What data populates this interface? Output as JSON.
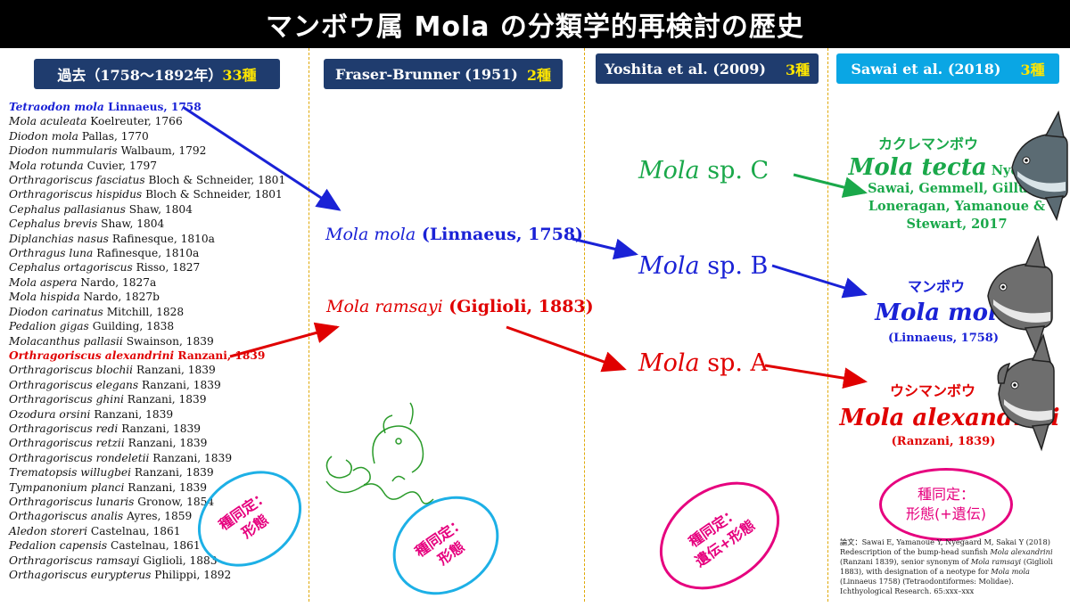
{
  "title": "マンボウ属 Mola の分類学的再検討の歴史",
  "headers": {
    "past": {
      "label": "過去（1758〜1892年）",
      "count": "33種"
    },
    "fraser": {
      "label": "Fraser-Brunner (1951)",
      "count": "2種"
    },
    "yoshita": {
      "label": "Yoshita et al. (2009)",
      "count": "3種"
    },
    "sawai": {
      "label": "Sawai et al. (2018)",
      "count": "3種"
    }
  },
  "synonyms": [
    {
      "genus": "Tetraodon mola",
      "author": "Linnaeus, 1758",
      "style": "blue"
    },
    {
      "genus": "Mola aculeata",
      "author": "Koelreuter, 1766",
      "style": ""
    },
    {
      "genus": "Diodon mola",
      "author": "Pallas, 1770",
      "style": ""
    },
    {
      "genus": "Diodon nummularis",
      "author": "Walbaum, 1792",
      "style": ""
    },
    {
      "genus": "Mola rotunda",
      "author": "Cuvier, 1797",
      "style": ""
    },
    {
      "genus": "Orthragoriscus fasciatus",
      "author": "Bloch & Schneider, 1801",
      "style": ""
    },
    {
      "genus": "Orthragoriscus hispidus",
      "author": "Bloch & Schneider, 1801",
      "style": ""
    },
    {
      "genus": "Cephalus pallasianus",
      "author": "Shaw, 1804",
      "style": ""
    },
    {
      "genus": "Cephalus brevis",
      "author": "Shaw, 1804",
      "style": ""
    },
    {
      "genus": "Diplanchias nasus",
      "author": "Rafinesque, 1810a",
      "style": ""
    },
    {
      "genus": "Orthragus luna",
      "author": "Rafinesque, 1810a",
      "style": ""
    },
    {
      "genus": "Cephalus ortagoriscus",
      "author": "Risso, 1827",
      "style": ""
    },
    {
      "genus": "Mola aspera",
      "author": "Nardo, 1827a",
      "style": ""
    },
    {
      "genus": "Mola hispida",
      "author": "Nardo, 1827b",
      "style": ""
    },
    {
      "genus": "Diodon carinatus",
      "author": "Mitchill, 1828",
      "style": ""
    },
    {
      "genus": "Pedalion gigas",
      "author": "Guilding, 1838",
      "style": ""
    },
    {
      "genus": "Molacanthus pallasii",
      "author": "Swainson, 1839",
      "style": ""
    },
    {
      "genus": "Orthragoriscus alexandrini",
      "author": "Ranzani, 1839",
      "style": "red"
    },
    {
      "genus": "Orthragoriscus blochii",
      "author": "Ranzani, 1839",
      "style": ""
    },
    {
      "genus": "Orthragoriscus elegans",
      "author": "Ranzani, 1839",
      "style": ""
    },
    {
      "genus": "Orthragoriscus ghini",
      "author": "Ranzani, 1839",
      "style": ""
    },
    {
      "genus": "Ozodura orsini",
      "author": "Ranzani, 1839",
      "style": ""
    },
    {
      "genus": "Orthragoriscus redi",
      "author": "Ranzani, 1839",
      "style": ""
    },
    {
      "genus": "Orthragoriscus retzii",
      "author": "Ranzani, 1839",
      "style": ""
    },
    {
      "genus": "Orthragoriscus rondeletii",
      "author": "Ranzani, 1839",
      "style": ""
    },
    {
      "genus": "Trematopsis willugbei",
      "author": "Ranzani, 1839",
      "style": ""
    },
    {
      "genus": "Tympanonium planci",
      "author": "Ranzani, 1839",
      "style": ""
    },
    {
      "genus": "Orthragoriscus lunaris",
      "author": "Gronow, 1854",
      "style": ""
    },
    {
      "genus": "Orthagoriscus analis",
      "author": "Ayres, 1859",
      "style": ""
    },
    {
      "genus": "Aledon storeri",
      "author": "Castelnau, 1861",
      "style": ""
    },
    {
      "genus": "Pedalion capensis",
      "author": "Castelnau, 1861",
      "style": ""
    },
    {
      "genus": "Orthragoriscus ramsayi",
      "author": "Giglioli, 1883",
      "style": ""
    },
    {
      "genus": "Orthagoriscus eurypterus",
      "author": "Philippi, 1892",
      "style": ""
    }
  ],
  "fraser_taxa": {
    "mola": {
      "name": "Mola mola",
      "author": "(Linnaeus, 1758)"
    },
    "ramsayi": {
      "name": "Mola ramsayi",
      "author": "(Giglioli, 1883)"
    }
  },
  "yoshita_taxa": {
    "c": {
      "name": "Mola",
      "suffix": "sp. C"
    },
    "b": {
      "name": "Mola",
      "suffix": "sp. B"
    },
    "a": {
      "name": "Mola",
      "suffix": "sp. A"
    }
  },
  "sawai_taxa": {
    "tecta": {
      "jp": "カクレマンボウ",
      "name": "Mola tecta",
      "author_first": "Nyegaard,",
      "author_rest": "Sawai, Gemmell, Gillum, Loneragan, Yamanoue & Stewart, 2017"
    },
    "mola": {
      "jp": "マンボウ",
      "name": "Mola mola",
      "author": "(Linnaeus, 1758)"
    },
    "alexandrini": {
      "jp": "ウシマンボウ",
      "name": "Mola alexandrini",
      "author": "(Ranzani, 1839)"
    }
  },
  "ovals": {
    "past": {
      "line1": "種同定：",
      "line2": "形態"
    },
    "fraser": {
      "line1": "種同定：",
      "line2": "形態"
    },
    "yoshita": {
      "line1": "種同定：",
      "line2": "遺伝+形態"
    },
    "sawai": {
      "line1": "種同定：",
      "line2": "形態(+遺伝)"
    }
  },
  "reference": {
    "part1": "論文：Sawai E, Yamanoue Y, Nyegaard M, Sakai Y (2018) Redescription of the bump-head sunfish",
    "italic1": "Mola alexandrini",
    "part2": "(Ranzani 1839), senior synonym of",
    "italic2": "Mola ramsayi",
    "part3": "(Giglioli 1883), with designation of a neotype for",
    "italic3": "Mola mola",
    "part4": "(Linnaeus 1758) (Tetraodontiformes: Molidae). Ichthyological Research. 65:xxx–xxx"
  },
  "colors": {
    "blue": "#1a22d6",
    "red": "#e00000",
    "green": "#1aa84a",
    "navy_header": "#1f3c6e",
    "cyan_header": "#0aa6e4",
    "count_yellow": "#ffe600",
    "oval_magenta": "#e6007e",
    "oval_cyan": "#1db0e6"
  },
  "icons": [
    "sunfish-tecta-icon",
    "sunfish-mola-icon",
    "sunfish-alexandrini-icon",
    "sawai-signature-icon"
  ]
}
